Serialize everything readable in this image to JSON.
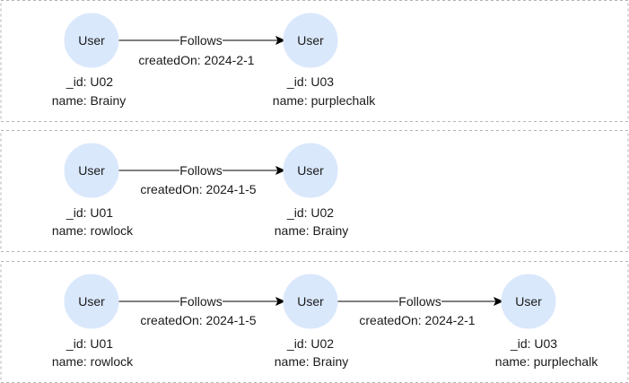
{
  "panels": [
    {
      "nodes": [
        {
          "label": "User",
          "id_line": "_id: U02",
          "name_line": "name: Brainy"
        },
        {
          "label": "User",
          "id_line": "_id: U03",
          "name_line": "name: purplechalk"
        }
      ],
      "edges": [
        {
          "label": "Follows",
          "property": "createdOn: 2024-2-1"
        }
      ]
    },
    {
      "nodes": [
        {
          "label": "User",
          "id_line": "_id: U01",
          "name_line": "name: rowlock"
        },
        {
          "label": "User",
          "id_line": "_id: U02",
          "name_line": "name: Brainy"
        }
      ],
      "edges": [
        {
          "label": "Follows",
          "property": "createdOn: 2024-1-5"
        }
      ]
    },
    {
      "nodes": [
        {
          "label": "User",
          "id_line": "_id: U01",
          "name_line": "name: rowlock"
        },
        {
          "label": "User",
          "id_line": "_id: U02",
          "name_line": "name: Brainy"
        },
        {
          "label": "User",
          "id_line": "_id: U03",
          "name_line": "name: purplechalk"
        }
      ],
      "edges": [
        {
          "label": "Follows",
          "property": "createdOn: 2024-1-5"
        },
        {
          "label": "Follows",
          "property": "createdOn: 2024-2-1"
        }
      ]
    }
  ],
  "colors": {
    "node_fill": "#dae8fc",
    "panel_border": "#b3b3b3",
    "edge": "#000000",
    "text": "#1a1a1a"
  }
}
